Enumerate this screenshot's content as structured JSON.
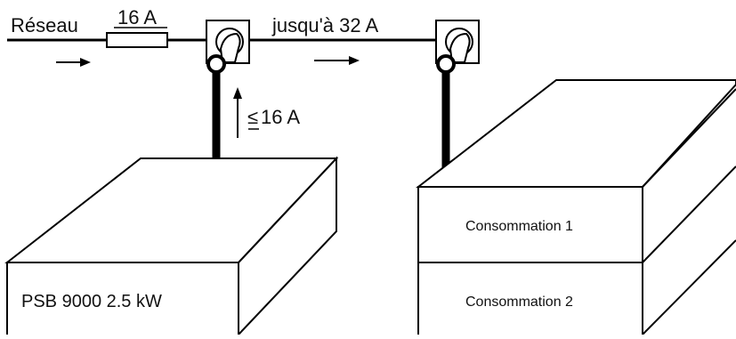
{
  "labels": {
    "grid": "Réseau",
    "fuse_rating": "16 A",
    "limit_right": "jusqu'à 32 A",
    "feed_prefix": "≤",
    "feed_value": "16 A",
    "device": "PSB 9000 2.5 kW",
    "load_1": "Consommation 1",
    "load_2": "Consommation 2"
  },
  "colors": {
    "stroke": "#000000",
    "background": "#ffffff"
  },
  "icons": {
    "fuse": "fuse-symbol",
    "socket": "socket-plug-symbol",
    "arrow": "flow-arrow"
  }
}
